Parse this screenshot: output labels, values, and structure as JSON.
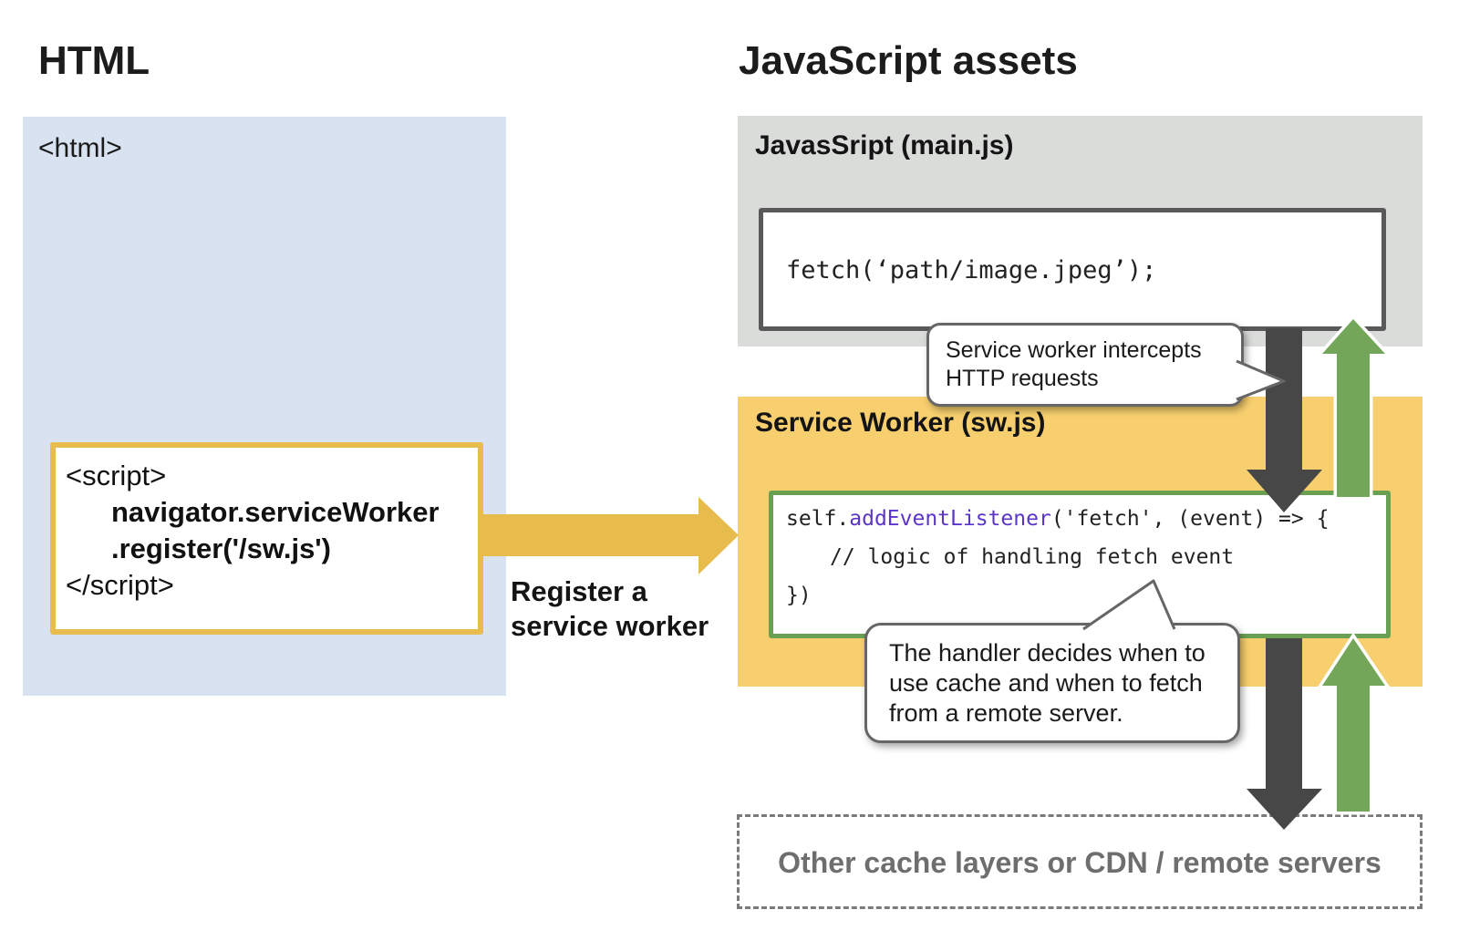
{
  "headings": {
    "left": "HTML",
    "right": "JavaScript assets"
  },
  "html_panel": {
    "tag_label": "<html>",
    "script_box": {
      "line_open": "<script>",
      "line_code1": "navigator.serviceWorker",
      "line_code2": ".register('/sw.js')",
      "line_close": "</script>"
    }
  },
  "register_label": {
    "line1": "Register a",
    "line2": "service worker"
  },
  "main_js_panel": {
    "title": "JavasSript (main.js)",
    "code": "fetch(‘path/image.jpeg’);"
  },
  "sw_panel": {
    "title": "Service Worker (sw.js)",
    "code_line1_pre": "self.",
    "code_line1_keyword": "addEventListener",
    "code_line1_post": "('fetch', (event) => {",
    "code_line2": "// logic of handling fetch event",
    "code_line3": "})"
  },
  "bubbles": {
    "intercept": {
      "line1": "Service worker intercepts",
      "line2": "HTTP requests"
    },
    "handler": {
      "line1": "The handler decides when to",
      "line2": "use cache and when to fetch",
      "line3": "from a remote server."
    }
  },
  "bottom_box": {
    "label": "Other cache layers or CDN / remote servers"
  },
  "colors": {
    "accent_yellow": "#e7bb4c",
    "panel_yellow": "#f7cf6e",
    "panel_blue": "#d8e2f0",
    "panel_gray": "#dadcda",
    "arrow_dark": "#474747",
    "arrow_green": "#74a65a",
    "green_border": "#69a052",
    "keyword_purple": "#5b35c9",
    "white": "#ffffff"
  }
}
